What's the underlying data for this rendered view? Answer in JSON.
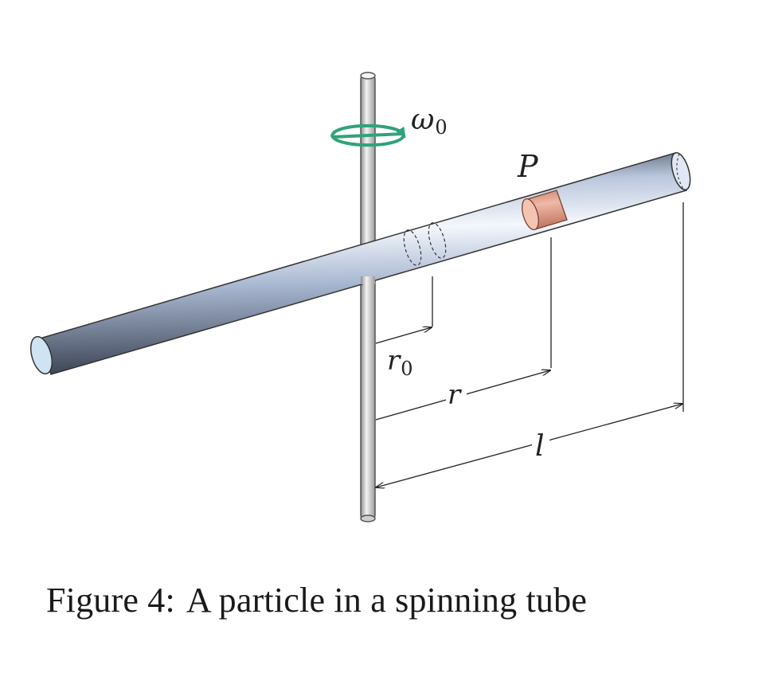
{
  "labels": {
    "omega": "ω",
    "omega_sub": "0",
    "particle": "P",
    "r0": "r",
    "r0_sub": "0",
    "r": "r",
    "l": "l"
  },
  "caption": {
    "prefix": "Figure 4:",
    "text": "A particle in a spinning tube"
  },
  "colors": {
    "rotation_arrow": "#2fa37a",
    "particle": "#e2a08a",
    "tube_end": "#cfe3f3"
  }
}
